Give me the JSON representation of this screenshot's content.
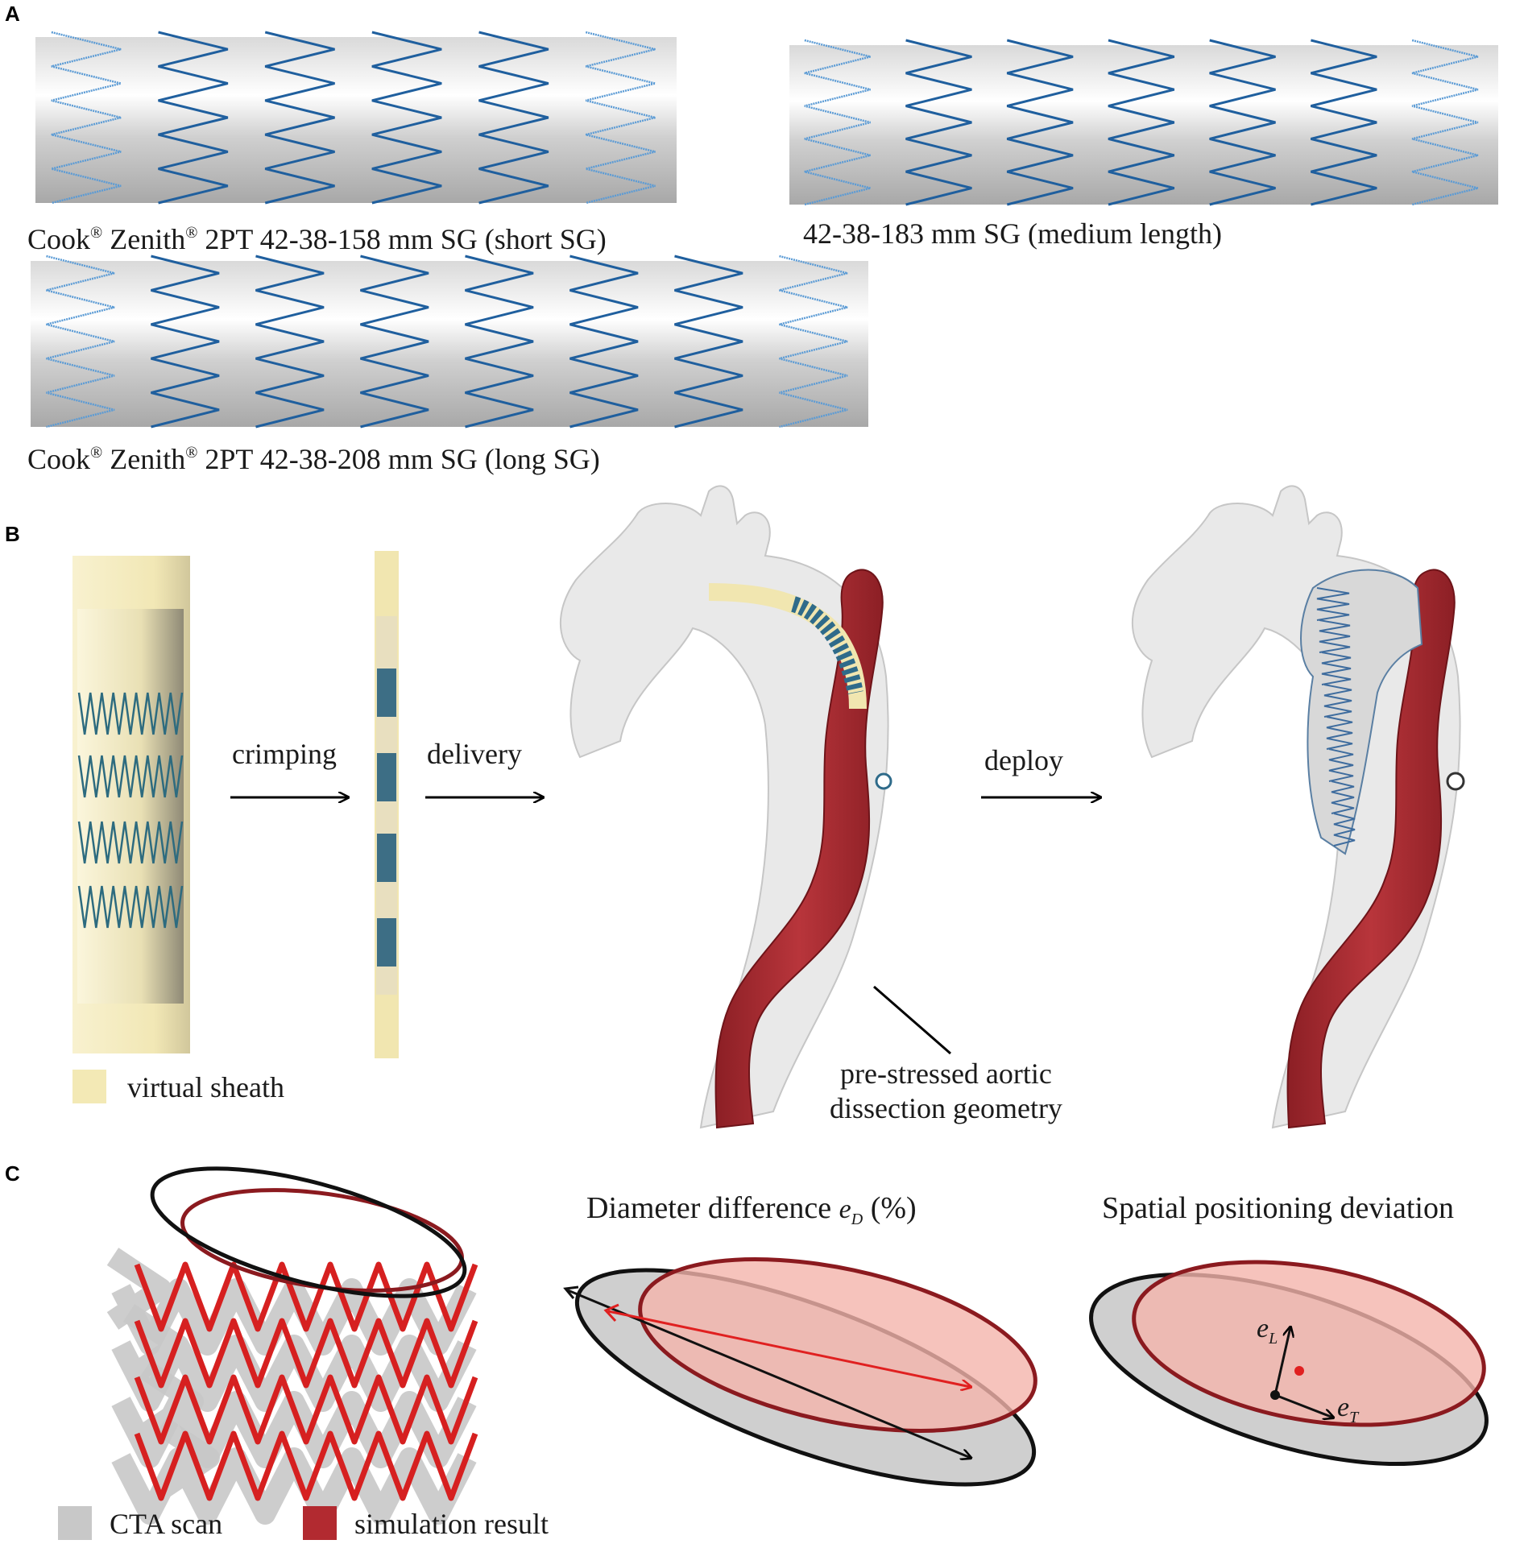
{
  "panels": {
    "a": {
      "letter": "A",
      "grafts": [
        {
          "brand": "Cook",
          "reg1": "®",
          "model": " Zenith",
          "reg2": "®",
          "rest": " 2PT 42-38-158 mm SG (short SG)"
        },
        {
          "brand": "",
          "reg1": "",
          "model": "",
          "reg2": "",
          "rest": "42-38-183 mm SG (medium length)"
        },
        {
          "brand": "Cook",
          "reg1": "®",
          "model": " Zenith",
          "reg2": "®",
          "rest": " 2PT 42-38-208 mm SG (long SG)"
        }
      ]
    },
    "b": {
      "letter": "B",
      "steps": [
        "crimping",
        "delivery",
        "deploy"
      ],
      "legend_sheath": "virtual sheath",
      "annotation_line1": "pre-stressed aortic",
      "annotation_line2": "dissection geometry"
    },
    "c": {
      "letter": "C",
      "diameter_title": "Diameter difference ",
      "diameter_symbol": "e",
      "diameter_sub": "D",
      "diameter_unit": " (%)",
      "spatial_title": "Spatial positioning deviation",
      "eL_symbol": "e",
      "eL_sub": "L",
      "eT_symbol": "e",
      "eT_sub": "T",
      "legend_cta": "CTA scan",
      "legend_sim": "simulation result"
    }
  },
  "colors": {
    "wire": "#1f5f9e",
    "wire_light": "#5b9bd5",
    "fabric": "#d9d9d9",
    "sheath": "#f3e9b5",
    "aorta": "#a8282e",
    "sim_red": "#d62020",
    "cta_grey": "#c8c8c8"
  }
}
